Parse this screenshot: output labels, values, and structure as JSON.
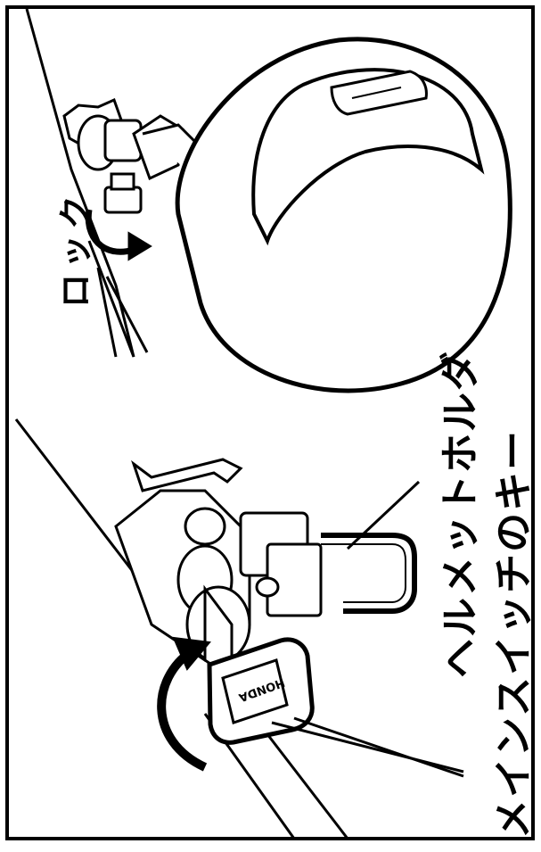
{
  "labels": {
    "lock": "ロック",
    "helmet_holder": "ヘルメットホルダ",
    "main_switch_key": "メインスイッチのキー"
  },
  "key_brand": "HONDA",
  "colors": {
    "ink": "#000000",
    "paper": "#ffffff"
  }
}
